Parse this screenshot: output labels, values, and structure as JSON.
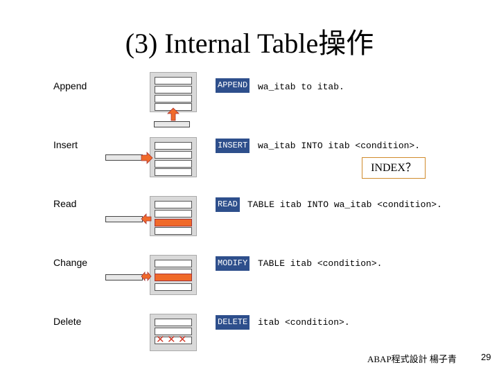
{
  "title": "(3) Internal Table操作",
  "operations": [
    {
      "label": "Append",
      "keyword": "APPEND",
      "code": "wa_itab to itab."
    },
    {
      "label": "Insert",
      "keyword": "INSERT",
      "code": "wa_itab INTO itab <condition>."
    },
    {
      "label": "Read",
      "keyword": "READ",
      "code": "TABLE itab INTO wa_itab <condition>."
    },
    {
      "label": "Change",
      "keyword": "MODIFY",
      "code": "TABLE itab <condition>."
    },
    {
      "label": "Delete",
      "keyword": "DELETE",
      "code": "itab <condition>."
    }
  ],
  "note": "INDEX？",
  "footer": "ABAP程式設計 楊子青",
  "page_number": "29",
  "colors": {
    "keyword_bg": "#2e4f8c",
    "highlight": "#f06a2a",
    "note_border": "#d08a2a",
    "delete_x": "#d23c2c"
  }
}
